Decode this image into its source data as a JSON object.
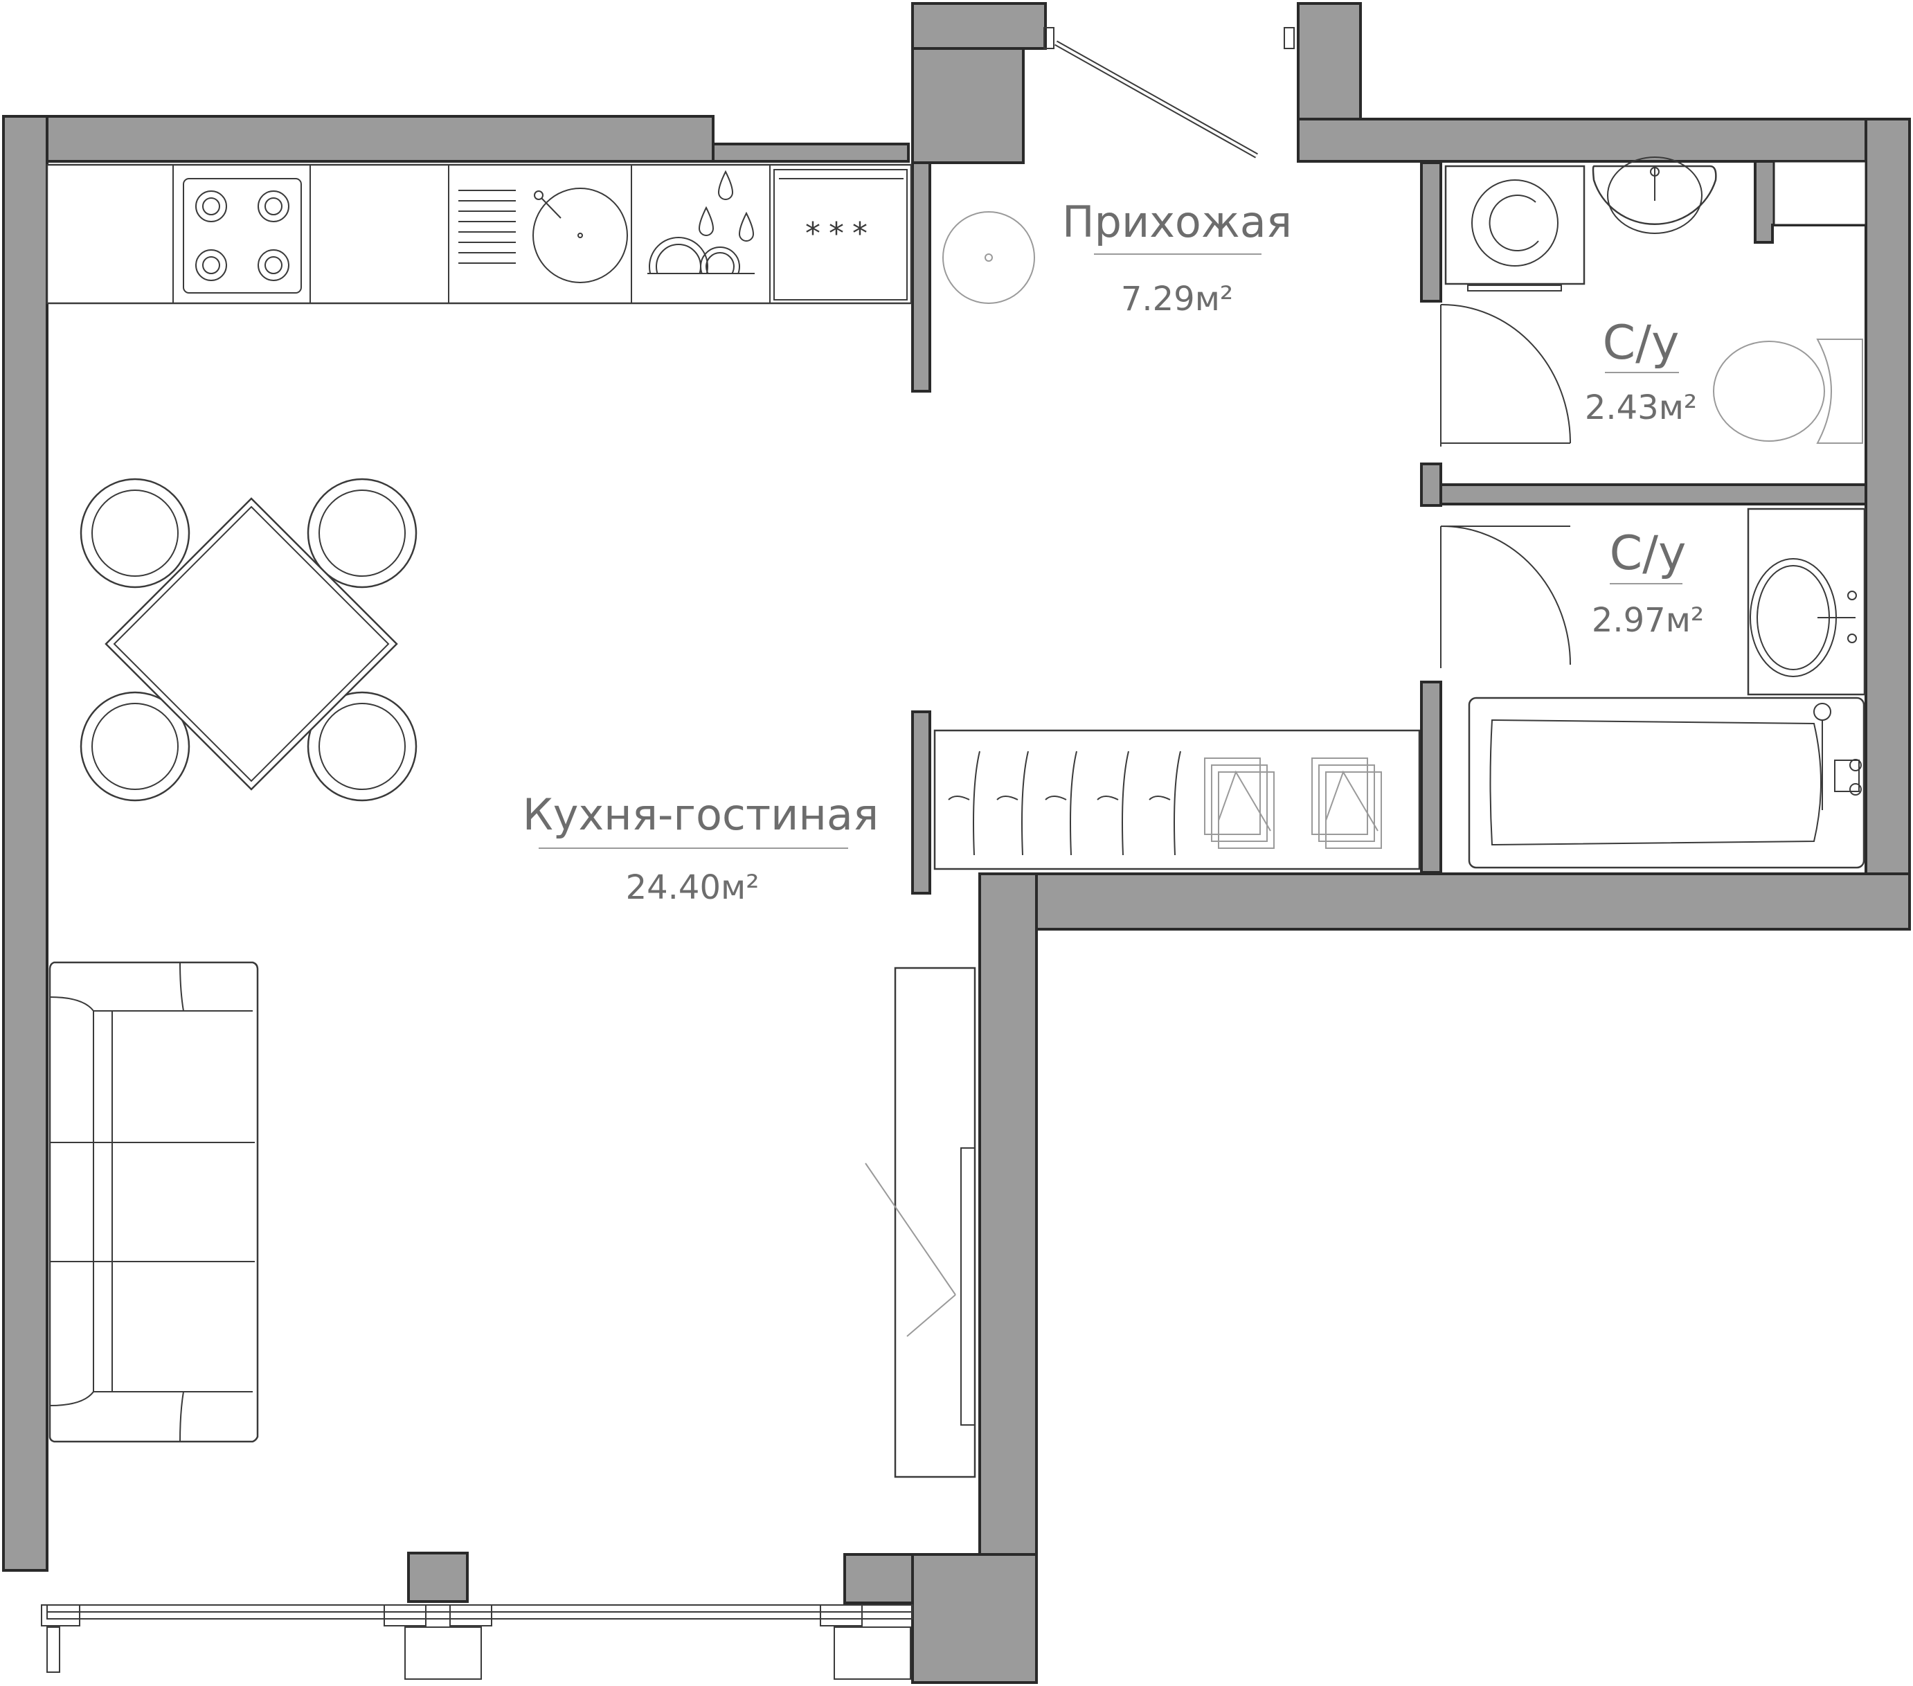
{
  "plan": {
    "rooms": [
      {
        "id": "hallway",
        "name": "Прихожая",
        "area": "7.29м²"
      },
      {
        "id": "bathroom-1",
        "name": "С/у",
        "area": "2.43м²"
      },
      {
        "id": "bathroom-2",
        "name": "С/у",
        "area": "2.97м²"
      },
      {
        "id": "kitchen-living",
        "name": "Кухня-гостиная",
        "area": "24.40м²"
      }
    ],
    "kitchen_icons": {
      "fridge_symbol": "***"
    },
    "colors": {
      "wall": "#9b9b9b",
      "label": "#6d6d6d",
      "line": "#3a3a3a"
    }
  }
}
